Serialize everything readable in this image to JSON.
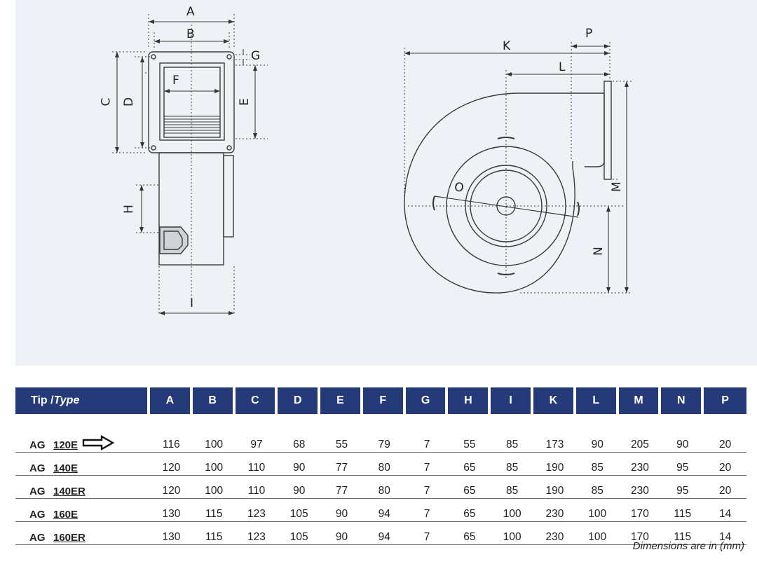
{
  "drawing": {
    "labels": {
      "A": "A",
      "B": "B",
      "C": "C",
      "D": "D",
      "E": "E",
      "F": "F",
      "G": "G",
      "H": "H",
      "I": "I",
      "K": "K",
      "L": "L",
      "M": "M",
      "N": "N",
      "O": "O",
      "P": "P"
    }
  },
  "table": {
    "header_type": "Tip /",
    "header_type_italic": "Type",
    "columns": [
      "A",
      "B",
      "C",
      "D",
      "E",
      "F",
      "G",
      "H",
      "I",
      "K",
      "L",
      "M",
      "N",
      "P"
    ],
    "rows": [
      {
        "prefix": "AG",
        "model": "120E",
        "values": [
          "116",
          "100",
          "97",
          "68",
          "55",
          "79",
          "7",
          "55",
          "85",
          "173",
          "90",
          "205",
          "90",
          "20"
        ],
        "highlighted": true
      },
      {
        "prefix": "AG",
        "model": "140E",
        "values": [
          "120",
          "100",
          "110",
          "90",
          "77",
          "80",
          "7",
          "65",
          "85",
          "190",
          "85",
          "230",
          "95",
          "20"
        ],
        "highlighted": false
      },
      {
        "prefix": "AG",
        "model": "140ER",
        "values": [
          "120",
          "100",
          "110",
          "90",
          "77",
          "80",
          "7",
          "65",
          "85",
          "190",
          "85",
          "230",
          "95",
          "20"
        ],
        "highlighted": false
      },
      {
        "prefix": "AG",
        "model": "160E",
        "values": [
          "130",
          "115",
          "123",
          "105",
          "90",
          "94",
          "7",
          "65",
          "100",
          "230",
          "100",
          "170",
          "115",
          "14"
        ],
        "highlighted": false
      },
      {
        "prefix": "AG",
        "model": "160ER",
        "values": [
          "130",
          "115",
          "123",
          "105",
          "90",
          "94",
          "7",
          "65",
          "100",
          "230",
          "100",
          "170",
          "115",
          "14"
        ],
        "highlighted": false
      }
    ],
    "footnote": "Dimensions are in (mm)"
  },
  "colors": {
    "header_bg": "#253a78",
    "header_text": "#ffffff",
    "drawing_bg": "#eef1f5",
    "line": "#333333"
  }
}
